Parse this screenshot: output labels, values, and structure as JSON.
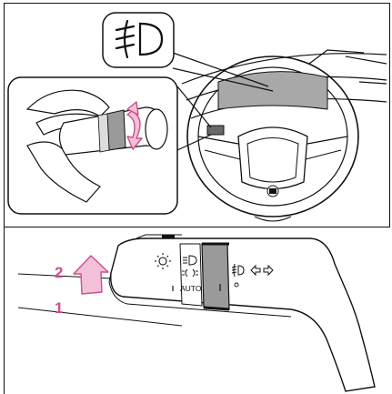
{
  "upper_panel": {
    "indicator_icon": "front-fog-light-indicator-icon"
  },
  "lower_panel": {
    "callouts": [
      {
        "label": "2"
      },
      {
        "label": "1"
      }
    ],
    "switch_labels": {
      "auto": "AUTO"
    },
    "icons": [
      "sun-icon",
      "headlight-icon",
      "parking-light-icon",
      "front-fog-light-icon",
      "turn-signal-arrows-icon"
    ]
  },
  "colors": {
    "accent": "#c94f8a",
    "line": "#111111",
    "gray_fill": "#9a9a9a",
    "light_gray": "#dcdcdc"
  }
}
